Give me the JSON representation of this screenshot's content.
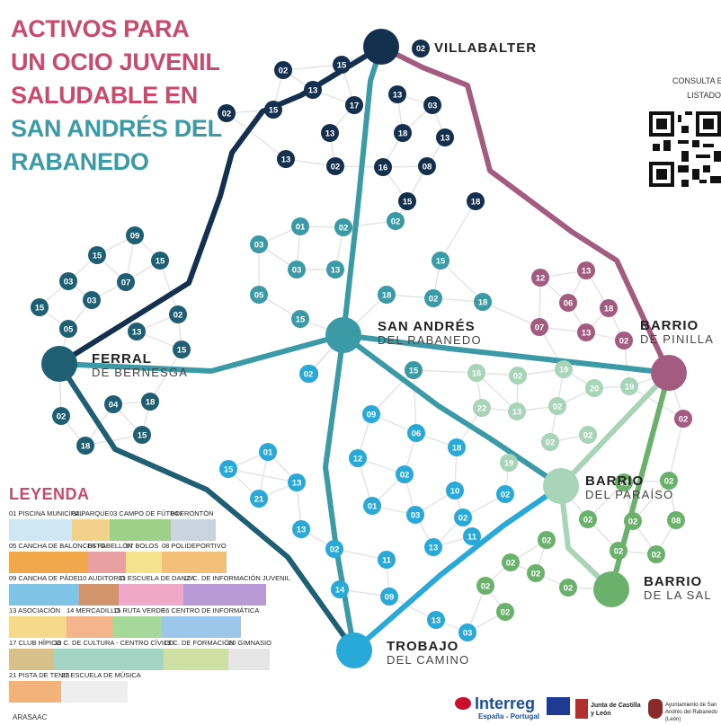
{
  "title": {
    "lines": [
      "ACTIVOS PARA",
      "UN OCIO JUVENIL",
      "SALUDABLE EN",
      "SAN ANDRÉS DEL",
      "RABANEDO"
    ],
    "colors": [
      "#c94a6c",
      "#c94a6c",
      "#c94a6c",
      "#3a9aa6",
      "#3a9aa6"
    ]
  },
  "hubs": [
    {
      "id": "villabalter",
      "name1": "VILLABALTER",
      "name2": "",
      "color": "#13304f",
      "prefix_badge": "02"
    },
    {
      "id": "ferral",
      "name1": "FERRAL",
      "name2": "DE BERNESGA",
      "color": "#1e5f73"
    },
    {
      "id": "sanandres",
      "name1": "SAN ANDRÉS",
      "name2": "DEL RABANEDO",
      "color": "#3a9aa6"
    },
    {
      "id": "pinilla",
      "name1": "BARRIO",
      "name2": "DE PINILLA",
      "color": "#a35c80"
    },
    {
      "id": "paraiso",
      "name1": "BARRIO",
      "name2": "DEL PARAÍSO",
      "color": "#a8d4b8"
    },
    {
      "id": "sal",
      "name1": "BARRIO",
      "name2": "DE LA SAL",
      "color": "#6ab26b"
    },
    {
      "id": "trobajo",
      "name1": "TROBAJO",
      "name2": "DEL CAMINO",
      "color": "#29a9d8"
    }
  ],
  "consulta": {
    "line1": "CONSULTA EL",
    "line2": "LISTADO"
  },
  "legend": {
    "title": "LEYENDA",
    "rows": [
      [
        "01 PISCINA MUNICIPAL",
        "02 PARQUE",
        "03 CAMPO DE FÚTBOL",
        "04 FRONTÓN"
      ],
      [
        "05 CANCHA DE BALONCESTO",
        "06 PABELLÓN",
        "07 BOLOS",
        "08 POLIDEPORTIVO"
      ],
      [
        "09 CANCHA DE PÁDEL",
        "10 AUDITORIO",
        "11 ESCUELA DE DANZA",
        "12 C. DE INFORMACIÓN JUVENIL"
      ],
      [
        "13 ASOCIACIÓN",
        "14 MERCADILLO",
        "15 RUTA VERDE",
        "16 CENTRO DE INFORMÁTICA"
      ],
      [
        "17 CLUB HÍPICO",
        "18 C. DE CULTURA - CENTRO CÍVICO",
        "19 C. DE FORMACIÓN",
        "20 GIMNASIO"
      ],
      [
        "21 PISTA DE TENIS",
        "22 ESCUELA DE MÚSICA"
      ]
    ]
  },
  "footer": {
    "interreg": "Interreg",
    "interreg_sub": "España - Portugal",
    "arasaac": "ARASAAC",
    "jcyl": "Junta de Castilla y León",
    "ayto": "Ayuntamiento de San Andrés del Rabanedo (León)"
  },
  "badge_colors": {
    "villabalter": "#13304f",
    "ferral": "#1e5f73",
    "sanandres": "#3a9aa6",
    "pinilla": "#a35c80",
    "paraiso": "#a8d4b8",
    "sal": "#6ab26b",
    "trobajo": "#29a9d8"
  },
  "badges": [
    {
      "t": "02",
      "g": "villabalter"
    },
    {
      "t": "15",
      "g": "villabalter"
    },
    {
      "t": "13",
      "g": "villabalter"
    },
    {
      "t": "02",
      "g": "villabalter"
    },
    {
      "t": "15",
      "g": "villabalter"
    },
    {
      "t": "17",
      "g": "villabalter"
    },
    {
      "t": "13",
      "g": "villabalter"
    },
    {
      "t": "03",
      "g": "villabalter"
    },
    {
      "t": "18",
      "g": "villabalter"
    },
    {
      "t": "13",
      "g": "villabalter"
    },
    {
      "t": "13",
      "g": "villabalter"
    },
    {
      "t": "13",
      "g": "villabalter"
    },
    {
      "t": "02",
      "g": "villabalter"
    },
    {
      "t": "16",
      "g": "villabalter"
    },
    {
      "t": "08",
      "g": "villabalter"
    },
    {
      "t": "15",
      "g": "villabalter"
    },
    {
      "t": "18",
      "g": "villabalter"
    },
    {
      "t": "09",
      "g": "ferral"
    },
    {
      "t": "15",
      "g": "ferral"
    },
    {
      "t": "15",
      "g": "ferral"
    },
    {
      "t": "03",
      "g": "ferral"
    },
    {
      "t": "07",
      "g": "ferral"
    },
    {
      "t": "03",
      "g": "ferral"
    },
    {
      "t": "15",
      "g": "ferral"
    },
    {
      "t": "05",
      "g": "ferral"
    },
    {
      "t": "02",
      "g": "ferral"
    },
    {
      "t": "13",
      "g": "ferral"
    },
    {
      "t": "15",
      "g": "ferral"
    },
    {
      "t": "04",
      "g": "ferral"
    },
    {
      "t": "18",
      "g": "ferral"
    },
    {
      "t": "02",
      "g": "ferral"
    },
    {
      "t": "15",
      "g": "ferral"
    },
    {
      "t": "18",
      "g": "ferral"
    },
    {
      "t": "01",
      "g": "sanandres"
    },
    {
      "t": "02",
      "g": "sanandres"
    },
    {
      "t": "03",
      "g": "sanandres"
    },
    {
      "t": "03",
      "g": "sanandres"
    },
    {
      "t": "13",
      "g": "sanandres"
    },
    {
      "t": "05",
      "g": "sanandres"
    },
    {
      "t": "15",
      "g": "sanandres"
    },
    {
      "t": "02",
      "g": "sanandres"
    },
    {
      "t": "15",
      "g": "sanandres"
    },
    {
      "t": "18",
      "g": "sanandres"
    },
    {
      "t": "02",
      "g": "sanandres"
    },
    {
      "t": "18",
      "g": "sanandres"
    },
    {
      "t": "15",
      "g": "sanandres"
    },
    {
      "t": "02",
      "g": "sanandres"
    },
    {
      "t": "12",
      "g": "pinilla"
    },
    {
      "t": "13",
      "g": "pinilla"
    },
    {
      "t": "06",
      "g": "pinilla"
    },
    {
      "t": "18",
      "g": "pinilla"
    },
    {
      "t": "07",
      "g": "pinilla"
    },
    {
      "t": "13",
      "g": "pinilla"
    },
    {
      "t": "02",
      "g": "pinilla"
    },
    {
      "t": "02",
      "g": "pinilla"
    },
    {
      "t": "16",
      "g": "paraiso"
    },
    {
      "t": "02",
      "g": "paraiso"
    },
    {
      "t": "19",
      "g": "paraiso"
    },
    {
      "t": "20",
      "g": "paraiso"
    },
    {
      "t": "19",
      "g": "paraiso"
    },
    {
      "t": "22",
      "g": "paraiso"
    },
    {
      "t": "13",
      "g": "paraiso"
    },
    {
      "t": "02",
      "g": "paraiso"
    },
    {
      "t": "02",
      "g": "paraiso"
    },
    {
      "t": "02",
      "g": "paraiso"
    },
    {
      "t": "19",
      "g": "paraiso"
    },
    {
      "t": "02",
      "g": "sal"
    },
    {
      "t": "02",
      "g": "sal"
    },
    {
      "t": "02",
      "g": "sal"
    },
    {
      "t": "02",
      "g": "sal"
    },
    {
      "t": "08",
      "g": "sal"
    },
    {
      "t": "02",
      "g": "sal"
    },
    {
      "t": "02",
      "g": "sal"
    },
    {
      "t": "02",
      "g": "sal"
    },
    {
      "t": "02",
      "g": "sal"
    },
    {
      "t": "02",
      "g": "sal"
    },
    {
      "t": "02",
      "g": "sal"
    },
    {
      "t": "02",
      "g": "sal"
    },
    {
      "t": "02",
      "g": "sal"
    },
    {
      "t": "09",
      "g": "trobajo"
    },
    {
      "t": "06",
      "g": "trobajo"
    },
    {
      "t": "02",
      "g": "trobajo"
    },
    {
      "t": "12",
      "g": "trobajo"
    },
    {
      "t": "18",
      "g": "trobajo"
    },
    {
      "t": "01",
      "g": "trobajo"
    },
    {
      "t": "02",
      "g": "trobajo"
    },
    {
      "t": "10",
      "g": "trobajo"
    },
    {
      "t": "15",
      "g": "trobajo"
    },
    {
      "t": "21",
      "g": "trobajo"
    },
    {
      "t": "13",
      "g": "trobajo"
    },
    {
      "t": "01",
      "g": "trobajo"
    },
    {
      "t": "03",
      "g": "trobajo"
    },
    {
      "t": "02",
      "g": "trobajo"
    },
    {
      "t": "13",
      "g": "trobajo"
    },
    {
      "t": "13",
      "g": "trobajo"
    },
    {
      "t": "11",
      "g": "trobajo"
    },
    {
      "t": "02",
      "g": "trobajo"
    },
    {
      "t": "11",
      "g": "trobajo"
    },
    {
      "t": "14",
      "g": "trobajo"
    },
    {
      "t": "09",
      "g": "trobajo"
    },
    {
      "t": "13",
      "g": "trobajo"
    },
    {
      "t": "03",
      "g": "trobajo"
    },
    {
      "t": "02",
      "g": "trobajo"
    }
  ]
}
